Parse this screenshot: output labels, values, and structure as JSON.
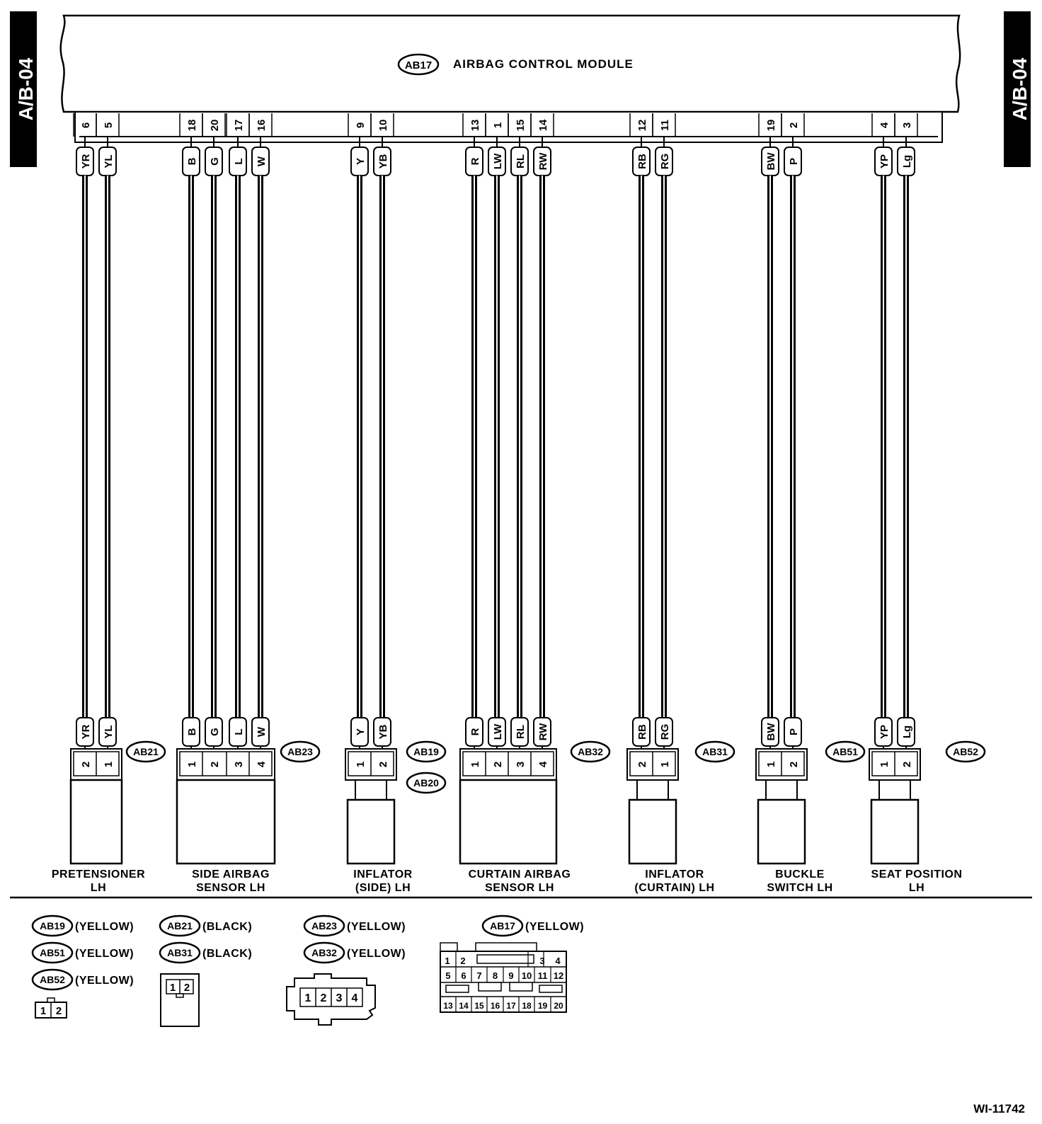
{
  "page_tab": "A/B-04",
  "module": {
    "code": "AB17",
    "name": "AIRBAG CONTROL MODULE"
  },
  "groups": [
    {
      "connector": "AB21",
      "extra_connector": "",
      "label": [
        "PRETENSIONER",
        "LH"
      ],
      "wires": [
        {
          "ecu_pin": "6",
          "color": "YR",
          "comp_pin": "2"
        },
        {
          "ecu_pin": "5",
          "color": "YL",
          "comp_pin": "1"
        }
      ]
    },
    {
      "connector": "AB23",
      "extra_connector": "",
      "label": [
        "SIDE AIRBAG",
        "SENSOR LH"
      ],
      "wires": [
        {
          "ecu_pin": "18",
          "color": "B",
          "comp_pin": "1"
        },
        {
          "ecu_pin": "20",
          "color": "G",
          "comp_pin": "2"
        },
        {
          "ecu_pin": "17",
          "color": "L",
          "comp_pin": "3"
        },
        {
          "ecu_pin": "16",
          "color": "W",
          "comp_pin": "4"
        }
      ]
    },
    {
      "connector": "AB19",
      "extra_connector": "AB20",
      "label": [
        "INFLATOR",
        "(SIDE) LH"
      ],
      "wires": [
        {
          "ecu_pin": "9",
          "color": "Y",
          "comp_pin": "1"
        },
        {
          "ecu_pin": "10",
          "color": "YB",
          "comp_pin": "2"
        }
      ]
    },
    {
      "connector": "AB32",
      "extra_connector": "",
      "label": [
        "CURTAIN AIRBAG",
        "SENSOR LH"
      ],
      "wires": [
        {
          "ecu_pin": "13",
          "color": "R",
          "comp_pin": "1"
        },
        {
          "ecu_pin": "1",
          "color": "LW",
          "comp_pin": "2"
        },
        {
          "ecu_pin": "15",
          "color": "RL",
          "comp_pin": "3"
        },
        {
          "ecu_pin": "14",
          "color": "RW",
          "comp_pin": "4"
        }
      ]
    },
    {
      "connector": "AB31",
      "extra_connector": "",
      "label": [
        "INFLATOR",
        "(CURTAIN) LH"
      ],
      "wires": [
        {
          "ecu_pin": "12",
          "color": "RB",
          "comp_pin": "2"
        },
        {
          "ecu_pin": "11",
          "color": "RG",
          "comp_pin": "1"
        }
      ]
    },
    {
      "connector": "AB51",
      "extra_connector": "",
      "label": [
        "BUCKLE",
        "SWITCH LH"
      ],
      "wires": [
        {
          "ecu_pin": "19",
          "color": "BW",
          "comp_pin": "1"
        },
        {
          "ecu_pin": "2",
          "color": "P",
          "comp_pin": "2"
        }
      ]
    },
    {
      "connector": "AB52",
      "extra_connector": "",
      "label": [
        "SEAT POSITION",
        "LH"
      ],
      "wires": [
        {
          "ecu_pin": "4",
          "color": "YP",
          "comp_pin": "1"
        },
        {
          "ecu_pin": "3",
          "color": "Lg",
          "comp_pin": "2"
        }
      ]
    }
  ],
  "legend": [
    {
      "code": "AB19",
      "color": "(YELLOW)"
    },
    {
      "code": "AB51",
      "color": "(YELLOW)"
    },
    {
      "code": "AB52",
      "color": "(YELLOW)"
    },
    {
      "code": "AB21",
      "color": "(BLACK)"
    },
    {
      "code": "AB31",
      "color": "(BLACK)"
    },
    {
      "code": "AB23",
      "color": "(YELLOW)"
    },
    {
      "code": "AB32",
      "color": "(YELLOW)"
    },
    {
      "code": "AB17",
      "color": "(YELLOW)"
    }
  ],
  "connector_faces": {
    "two_pin": [
      "1",
      "2"
    ],
    "black_two_pin": [
      "1",
      "2"
    ],
    "four_pin": [
      "1",
      "2",
      "3",
      "4"
    ],
    "ab17_row1": [
      "1",
      "2",
      "3",
      "4"
    ],
    "ab17_row2": [
      "5",
      "6",
      "7",
      "8",
      "9",
      "10",
      "11",
      "12"
    ],
    "ab17_row4": [
      "13",
      "14",
      "15",
      "16",
      "17",
      "18",
      "19",
      "20"
    ]
  },
  "figure_id": "WI-11742"
}
